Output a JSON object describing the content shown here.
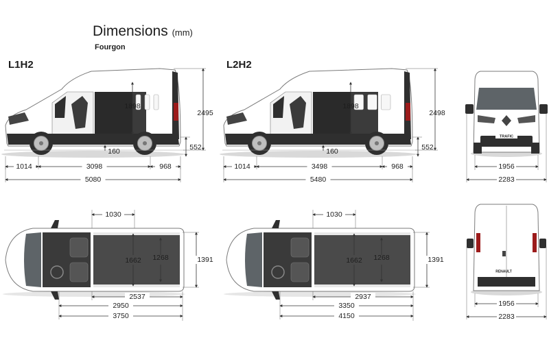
{
  "title": "Dimensions",
  "title_unit": "(mm)",
  "subtitle": "Fourgon",
  "variants": [
    {
      "label": "L1H2",
      "side": {
        "overall_height": "2495",
        "cargo_height": "1898",
        "ground_clearance": "160",
        "step_height": "552",
        "front_overhang": "1014",
        "wheelbase": "3098",
        "rear_overhang": "968",
        "overall_length": "5080"
      },
      "top": {
        "side_door_width": "1030",
        "cargo_width": "1662",
        "width_between_arches": "1268",
        "rear_door_width": "1391",
        "floor_length_low": "2537",
        "floor_length_max": "2950",
        "cargo_length_total": "3750"
      }
    },
    {
      "label": "L2H2",
      "side": {
        "overall_height": "2498",
        "cargo_height": "1898",
        "ground_clearance": "160",
        "step_height": "552",
        "front_overhang": "1014",
        "wheelbase": "3498",
        "rear_overhang": "968",
        "overall_length": "5480"
      },
      "top": {
        "side_door_width": "1030",
        "cargo_width": "1662",
        "width_between_arches": "1268",
        "rear_door_width": "1391",
        "floor_length_low": "2937",
        "floor_length_max": "3350",
        "cargo_length_total": "4150"
      }
    }
  ],
  "front": {
    "width_body": "1956",
    "width_mirrors": "2283",
    "badge": "TRAFIC"
  },
  "rear": {
    "width_body": "1956",
    "width_mirrors": "2283",
    "badge": "RENAULT"
  },
  "colors": {
    "body": "#ffffff",
    "outline": "#7a7a7a",
    "dark": "#2f2f2f",
    "interior": "#3b3b3b",
    "floor": "#4a4a4a",
    "lamp": "#9c1b1b",
    "glass": "#5e6468",
    "shadow": "#d9d9d9"
  }
}
